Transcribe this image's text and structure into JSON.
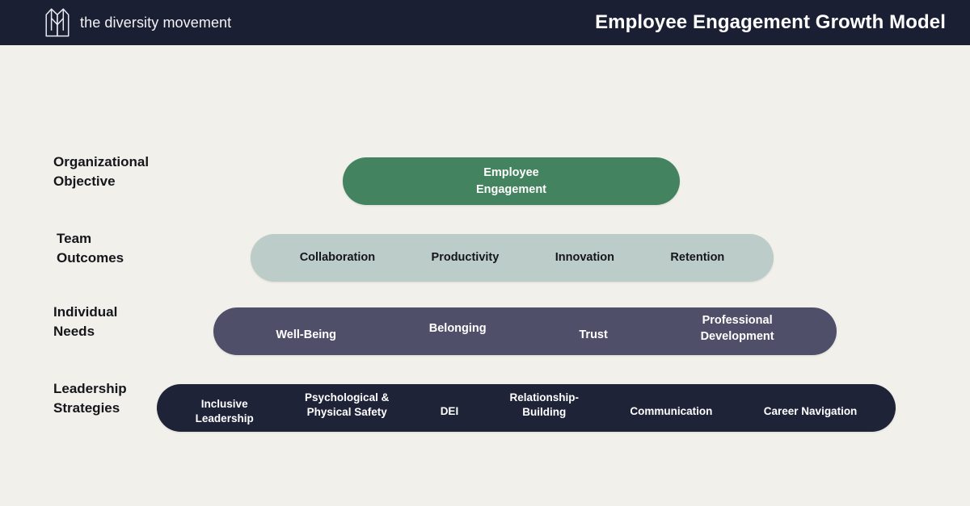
{
  "header": {
    "brand_name": "the diversity movement",
    "logo_icon": "diversity-movement-monogram-icon",
    "title": "Employee Engagement Growth Model",
    "bg_color": "#1B1F33",
    "title_color": "#FFFFFF"
  },
  "page": {
    "background_color": "#F1F0EA"
  },
  "model": {
    "rows": [
      {
        "label": "Organizational\nObjective",
        "color": "#44835F",
        "text_color": "#FFFFFF",
        "items": [
          "Employee\nEngagement"
        ]
      },
      {
        "label": "Team\n Outcomes",
        "color": "#BCCCC8",
        "text_color": "#15161C",
        "items": [
          "Collaboration",
          "Productivity",
          "Innovation",
          "Retention"
        ]
      },
      {
        "label": "Individual\nNeeds",
        "color": "#4F4F69",
        "text_color": "#FFFFFF",
        "items": [
          "Well-Being",
          "Belonging",
          "Trust",
          "Professional\nDevelopment"
        ]
      },
      {
        "label": "Leadership\nStrategies",
        "color": "#1E2338",
        "text_color": "#FFFFFF",
        "items": [
          "Inclusive\nLeadership",
          "Psychological &\nPhysical Safety",
          "DEI",
          "Relationship-\nBuilding",
          "Communication",
          "Career Navigation"
        ]
      }
    ]
  }
}
